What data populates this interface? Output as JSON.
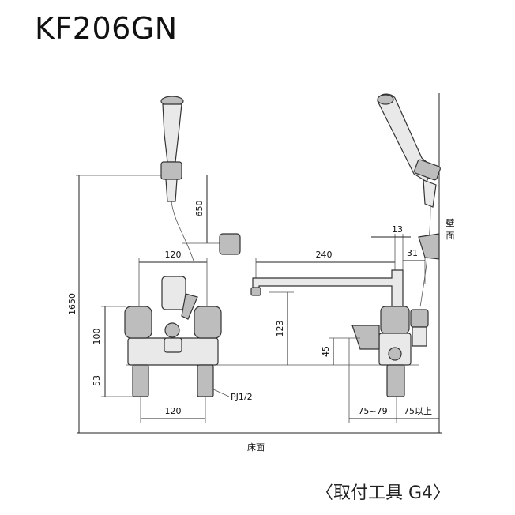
{
  "title": "KF206GN",
  "footer": "〈取付工具 G4〉",
  "labels": {
    "dim_1650": "1650",
    "dim_650": "650",
    "dim_120_top": "120",
    "dim_240": "240",
    "dim_13": "13",
    "dim_31": "31",
    "dim_100": "100",
    "dim_53": "53",
    "dim_123": "123",
    "dim_45": "45",
    "dim_120_bottom": "120",
    "dim_75_79": "75~79",
    "dim_75_over": "75以上",
    "pj": "PJ1/2",
    "wall_1": "壁",
    "wall_2": "面",
    "floor": "床面"
  }
}
